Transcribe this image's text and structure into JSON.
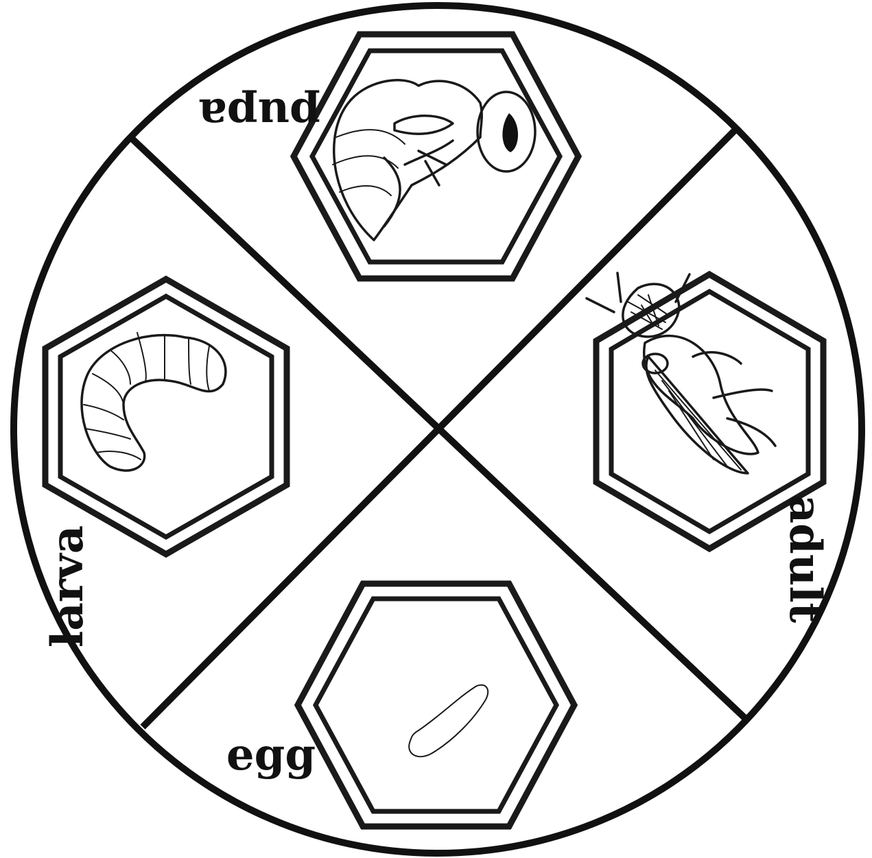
{
  "diagram": {
    "stages": [
      {
        "id": "pupa",
        "label": "pupa",
        "icon": "pupa-drawing"
      },
      {
        "id": "adult",
        "label": "adult",
        "icon": "adult-fly-drawing"
      },
      {
        "id": "egg",
        "label": "egg",
        "icon": "egg-drawing"
      },
      {
        "id": "larva",
        "label": "larva",
        "icon": "larva-drawing"
      }
    ],
    "colors": {
      "ink": "#1a1a1a",
      "paper": "#ffffff"
    }
  }
}
